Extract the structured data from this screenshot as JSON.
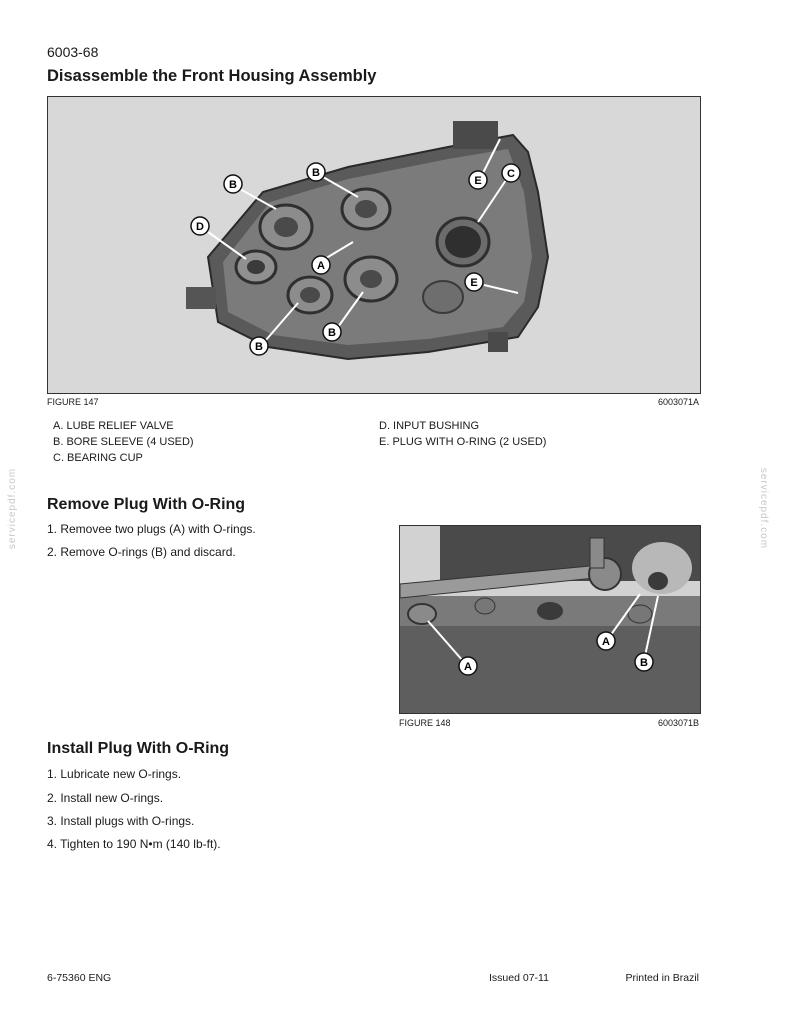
{
  "header": {
    "page_number": "6003-68",
    "title": "Disassemble the Front Housing Assembly"
  },
  "figure147": {
    "label": "FIGURE 147",
    "code": "6003071A",
    "callouts": [
      "A",
      "B",
      "B",
      "B",
      "B",
      "C",
      "D",
      "E",
      "E"
    ]
  },
  "legend": {
    "left": [
      "A.  LUBE RELIEF VALVE",
      "B.  BORE SLEEVE (4 USED)",
      "C.  BEARING CUP"
    ],
    "right": [
      "D.  INPUT BUSHING",
      "E.  PLUG WITH O-RING (2 USED)"
    ]
  },
  "remove_section": {
    "title": "Remove Plug With O-Ring",
    "steps": [
      "1.  Removee two plugs (A) with O-rings.",
      "2.  Remove O-rings (B) and discard."
    ]
  },
  "figure148": {
    "label": "FIGURE 148",
    "code": "6003071B",
    "callouts": [
      "A",
      "A",
      "B"
    ]
  },
  "install_section": {
    "title": "Install Plug With O-Ring",
    "steps": [
      "1.  Lubricate new O-rings.",
      "2.  Install new O-rings.",
      "3.  Install plugs with O-rings.",
      "4.  Tighten to 190 N•m (140 lb-ft)."
    ]
  },
  "watermark": "servicepdf.com",
  "footer": {
    "doc_number": "6-75360 ENG",
    "issued": "Issued 07-11",
    "printed": "Printed in Brazil"
  }
}
